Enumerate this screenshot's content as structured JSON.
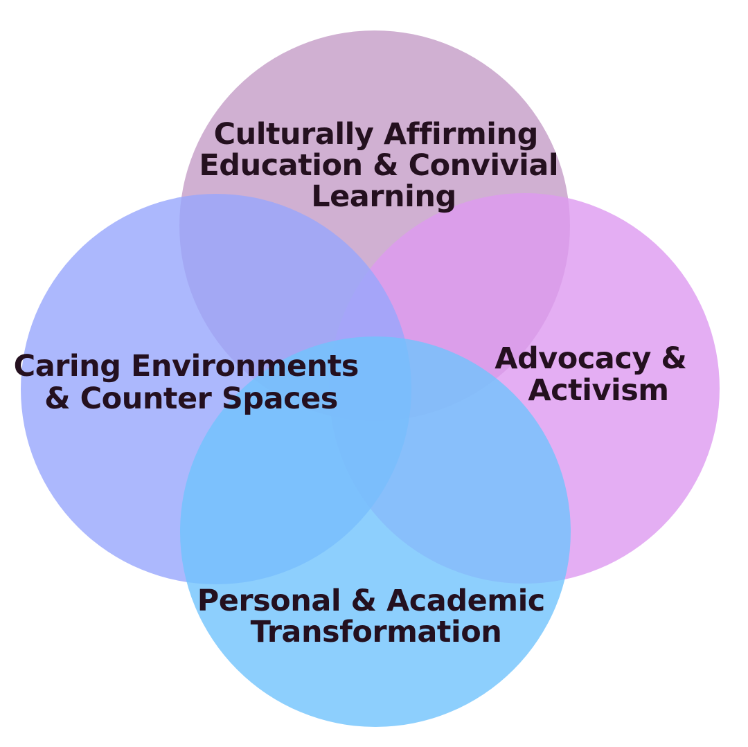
{
  "diagram": {
    "type": "venn",
    "label_color": "#24101f",
    "sets": [
      {
        "id": "top",
        "lines": [
          "Culturally Affirming",
          "Education & Convivial",
          "Learning"
        ],
        "fill": "#c49cc7"
      },
      {
        "id": "left",
        "lines": [
          "Caring Environments",
          "& Counter Spaces"
        ],
        "fill": "#97a6fc"
      },
      {
        "id": "right",
        "lines": [
          "Advocacy &",
          "Activism"
        ],
        "fill": "#dd9af0"
      },
      {
        "id": "bottom",
        "lines": [
          "Personal & Academic",
          "Transformation"
        ],
        "fill": "#70c3fd"
      }
    ]
  }
}
